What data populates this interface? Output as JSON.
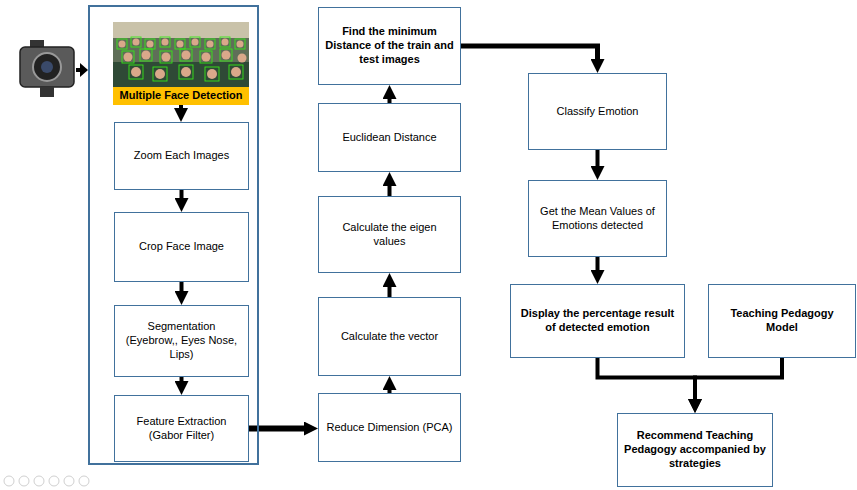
{
  "diagram": {
    "nodes": [
      {
        "text": []
      },
      {
        "text": [
          "Multiple Face Detection"
        ],
        "in": 0
      },
      {
        "text": [
          "Zoom Each Images"
        ],
        "in": 0
      },
      {
        "text": [
          "Crop Face Image"
        ],
        "in": 0
      },
      {
        "text": [
          "Segmentation (Eyebrow,, Eyes Nose, Lips)"
        ],
        "in": 0
      },
      {
        "text": [
          "Feature Extraction (Gabor Filter)"
        ],
        "in": 0
      },
      {
        "text": [
          "Reduce Dimension (PCA)"
        ]
      },
      {
        "text": [
          "Calculate the vector"
        ]
      },
      {
        "text": [
          "Calculate the eigen values"
        ]
      },
      {
        "text": [
          "Euclidean Distance"
        ]
      },
      {
        "text": [
          "Find the minimum Distance of the train and test images"
        ]
      },
      {
        "text": [
          "Classify Emotion"
        ]
      },
      {
        "text": [
          "Get the Mean Values of Emotions detected"
        ]
      },
      {
        "text": [
          "Display the percentage result of detected emotion"
        ]
      },
      {
        "text": [
          "Teaching Pedagogy Model"
        ]
      },
      {
        "text": [
          "Recommend Teaching Pedagogy accompanied by strategies"
        ]
      }
    ],
    "edges": [
      {
        "from": 1,
        "to": 2,
        "arrow": "to"
      },
      {
        "from": 2,
        "to": 3,
        "arrow": "to"
      },
      {
        "from": 3,
        "to": 4,
        "arrow": "to"
      },
      {
        "from": 4,
        "to": 5,
        "arrow": "to"
      },
      {
        "from": 5,
        "to": 6,
        "arrow": "to"
      },
      {
        "from": 6,
        "to": 7,
        "arrow": "to"
      },
      {
        "from": 7,
        "to": 8,
        "arrow": "to"
      },
      {
        "from": 8,
        "to": 9,
        "arrow": "to"
      },
      {
        "from": 9,
        "to": 10,
        "arrow": "to"
      },
      {
        "from": 10,
        "to": 11,
        "arrow": "to"
      },
      {
        "from": 11,
        "to": 12,
        "arrow": "to"
      },
      {
        "from": 12,
        "to": 13,
        "arrow": "to"
      },
      {
        "from": 13,
        "to": 15,
        "arrow": "to"
      },
      {
        "from": 14,
        "to": 15,
        "arrow": "to"
      }
    ]
  }
}
